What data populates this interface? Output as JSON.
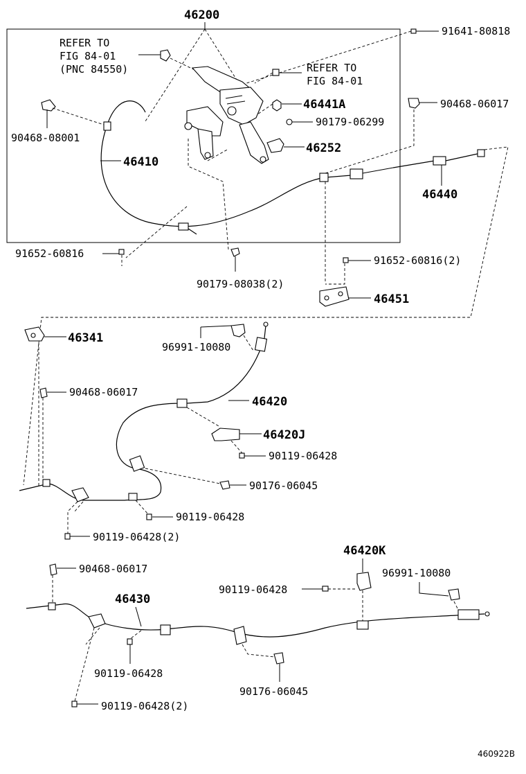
{
  "diagram_id": "460922B",
  "labels": {
    "p46200": "46200",
    "p91641_80818": "91641-80818",
    "refer_left_1": "REFER TO",
    "refer_left_2": "FIG 84-01",
    "refer_left_3": "(PNC 84550)",
    "refer_right_1": "REFER TO",
    "refer_right_2": "FIG 84-01",
    "p46441A": "46441A",
    "p90468_06017_top": "90468-06017",
    "p90179_06299": "90179-06299",
    "p90468_08001": "90468-08001",
    "p46252": "46252",
    "p46410": "46410",
    "p46440": "46440",
    "p91652_60816_left": "91652-60816",
    "p91652_60816_2": "91652-60816(2)",
    "p90179_08038_2": "90179-08038(2)",
    "p46451": "46451",
    "p46341": "46341",
    "p96991_10080_mid": "96991-10080",
    "p90468_06017_mid": "90468-06017",
    "p46420": "46420",
    "p46420J": "46420J",
    "p90119_06428_a": "90119-06428",
    "p90176_06045_mid": "90176-06045",
    "p90119_06428_b": "90119-06428",
    "p90119_06428_2_mid": "90119-06428(2)",
    "p90468_06017_low": "90468-06017",
    "p46420K": "46420K",
    "p90119_06428_c": "90119-06428",
    "p96991_10080_low": "96991-10080",
    "p46430": "46430",
    "p90119_06428_d": "90119-06428",
    "p90176_06045_low": "90176-06045",
    "p90119_06428_2_low": "90119-06428(2)"
  }
}
